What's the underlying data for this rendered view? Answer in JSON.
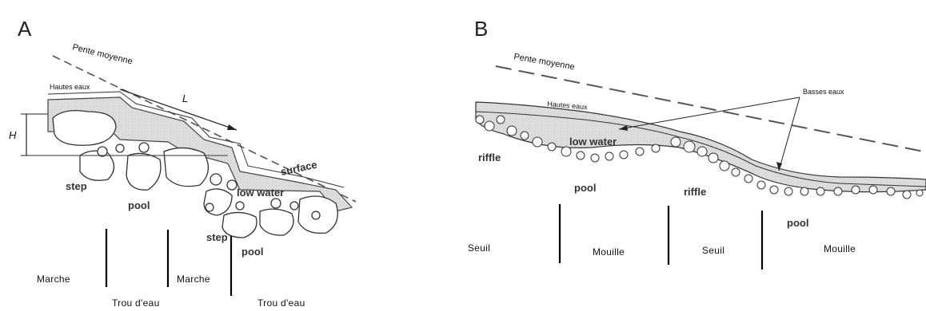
{
  "panelA": {
    "letter": "A",
    "pente": "Pente moyenne",
    "hautes_eaux": "Hautes eaux",
    "L": "L",
    "H": "H",
    "step1": "step",
    "pool1": "pool",
    "step2": "step",
    "pool2": "pool",
    "surface": "surface",
    "low_water": "low water",
    "marche1": "Marche",
    "marche2": "Marche",
    "trou1": "Trou d'eau",
    "trou2": "Trou d'eau"
  },
  "panelB": {
    "letter": "B",
    "pente": "Pente moyenne",
    "hautes_eaux": "Hautes eaux",
    "basses_eaux": "Basses eaux",
    "low_water": "low water",
    "riffle1": "riffle",
    "pool1": "pool",
    "riffle2": "riffle",
    "pool2": "pool",
    "seuil1": "Seuil",
    "mouille1": "Mouille",
    "seuil2": "Seuil",
    "mouille2": "Mouille"
  }
}
